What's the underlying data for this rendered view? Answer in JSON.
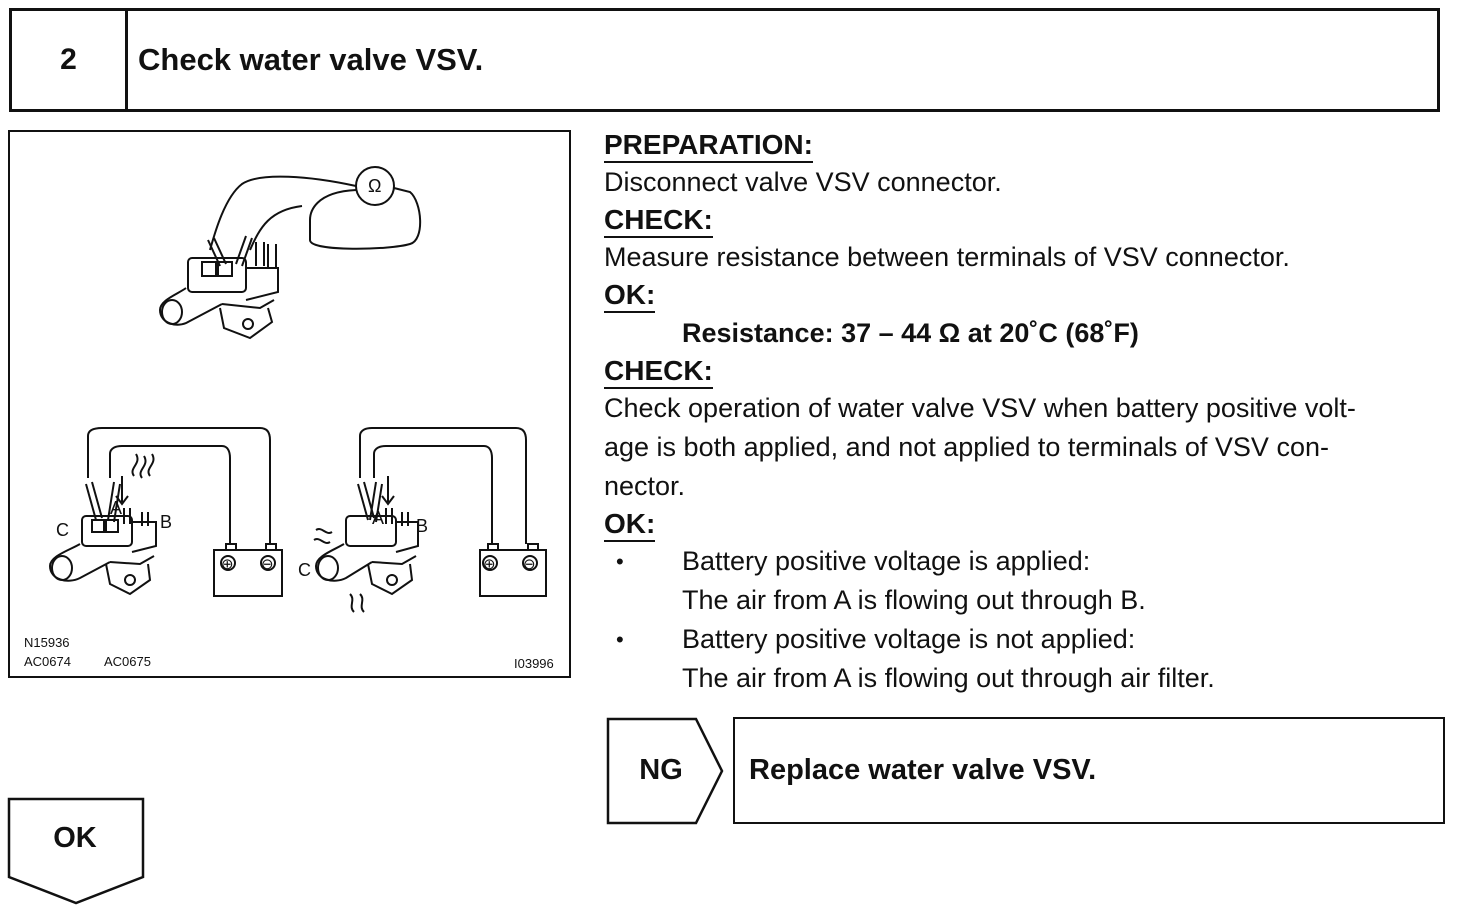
{
  "step": {
    "number": "2",
    "title": "Check water valve VSV."
  },
  "figure": {
    "ohmmeter_symbol": "Ω",
    "codes": {
      "line1": "N15936",
      "line2a": "AC0674",
      "line2b": "AC0675",
      "ref": "I03996"
    },
    "terminal_labels": {
      "left_a": "A",
      "left_b": "B",
      "left_c": "C",
      "right_a": "A",
      "right_b": "B",
      "right_c": "C"
    },
    "battery_symbols": {
      "plus": "⊕",
      "minus": "⊖"
    }
  },
  "preparation": {
    "heading": "PREPARATION:",
    "text": "Disconnect valve VSV connector."
  },
  "check1": {
    "heading": "CHECK:",
    "text": "Measure resistance between terminals of VSV connector."
  },
  "ok1": {
    "heading": "OK:",
    "spec": "Resistance: 37 – 44 Ω at 20˚C (68˚F)"
  },
  "check2": {
    "heading": "CHECK:",
    "line1": "Check operation of water valve VSV when battery positive volt-",
    "line2": "age is both applied, and not applied to terminals of VSV con-",
    "line3": "nector."
  },
  "ok2": {
    "heading": "OK:",
    "bullets": [
      {
        "symbol": "•",
        "line1": "Battery positive voltage is applied:",
        "line2": "The air from A is flowing out through B."
      },
      {
        "symbol": "•",
        "line1": "Battery positive voltage is not applied:",
        "line2": "The air from A is flowing out through air filter."
      }
    ]
  },
  "ng": {
    "label": "NG",
    "action": "Replace water valve VSV."
  },
  "ok_next": {
    "label": "OK"
  }
}
